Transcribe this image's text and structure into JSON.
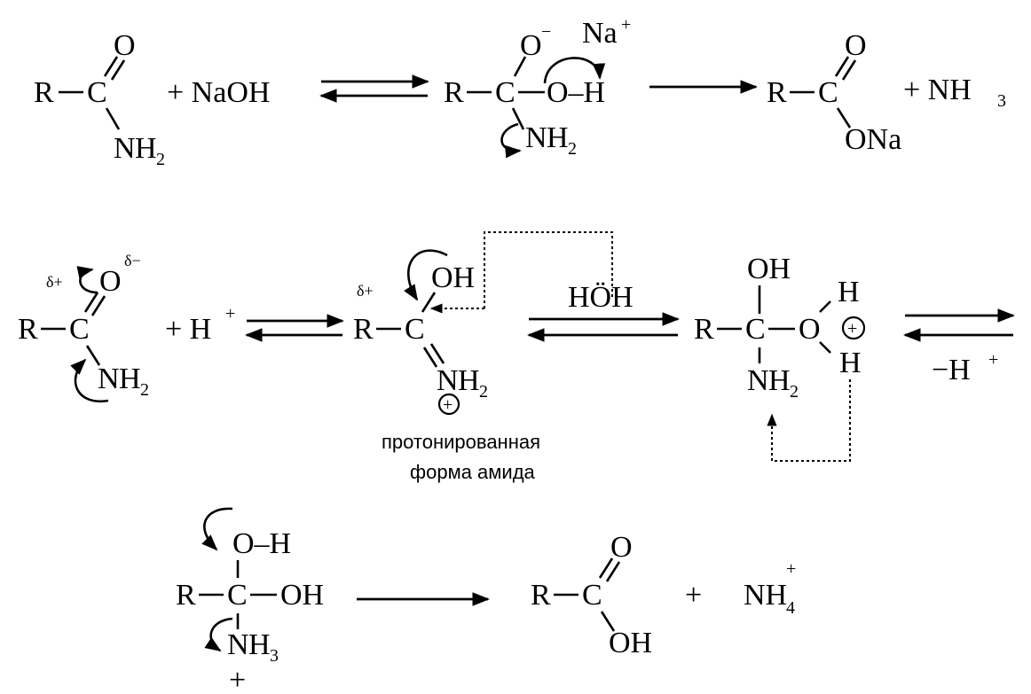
{
  "row1": {
    "amide": {
      "R": "R",
      "C": "C",
      "O": "O",
      "N": "N",
      "H": "H",
      "two": "2"
    },
    "plus_naoh": "+ NaOH",
    "inter": {
      "R": "R",
      "C": "C",
      "O": "O",
      "minus": "−",
      "na": "Na",
      "plus": "+",
      "OH": "O–H",
      "N": "N",
      "H": "H",
      "two": "2"
    },
    "product": {
      "R": "R",
      "C": "C",
      "O": "O",
      "ONa": "ONa"
    },
    "plus_nh3": "+  NH",
    "three": "3"
  },
  "row2": {
    "amide": {
      "delta_plus": "δ+",
      "delta_minus": "δ−",
      "R": "R",
      "C": "C",
      "O": "O",
      "N": "N",
      "H": "H",
      "two": "2"
    },
    "plus_h": "+  H",
    "h_plus": "+",
    "prot": {
      "delta_plus": "δ+",
      "R": "R",
      "C": "C",
      "OH": "OH",
      "N": "N",
      "H": "H",
      "two": "2",
      "charge": "+"
    },
    "caption_line1": "протонированная",
    "caption_line2": "форма амида",
    "water": "HÖH",
    "inter": {
      "OH_top": "OH",
      "R": "R",
      "C": "C",
      "O": "O",
      "H_up": "H",
      "H_down": "H",
      "charge": "+",
      "N": "N",
      "H": "H",
      "two": "2"
    },
    "minus_h": "−H",
    "minus_h_plus": "+"
  },
  "row3": {
    "inter": {
      "OH_top": "O–H",
      "R": "R",
      "C": "C",
      "OH": "OH",
      "N": "N",
      "H": "H",
      "three": "3",
      "plus": "+"
    },
    "product": {
      "R": "R",
      "C": "C",
      "O": "O",
      "OH": "OH"
    },
    "plus": "+",
    "nh4": "NH",
    "four": "4",
    "nh4_plus": "+"
  }
}
